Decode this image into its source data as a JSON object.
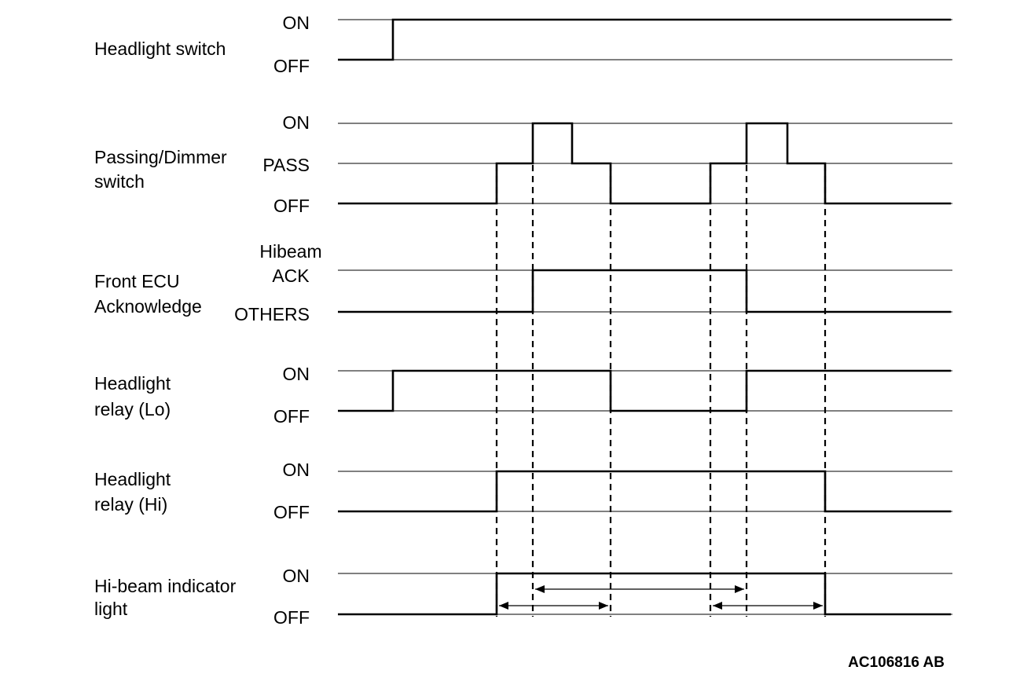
{
  "signals": [
    {
      "id": "headlight-switch",
      "label_lines": [
        "Headlight switch"
      ],
      "levels": [
        "ON",
        "OFF"
      ],
      "waveform": [
        [
          0,
          0
        ],
        [
          70,
          1
        ],
        [
          780,
          1
        ]
      ]
    },
    {
      "id": "passing-dimmer-switch",
      "label_lines": [
        "Passing/Dimmer",
        "switch"
      ],
      "levels": [
        "ON",
        "PASS",
        "OFF"
      ],
      "waveform": [
        [
          0,
          0
        ],
        [
          202,
          1
        ],
        [
          248,
          2
        ],
        [
          298,
          1
        ],
        [
          347,
          0
        ],
        [
          474,
          1
        ],
        [
          520,
          2
        ],
        [
          572,
          1
        ],
        [
          620,
          0
        ],
        [
          780,
          0
        ]
      ]
    },
    {
      "id": "front-ecu-acknowledge",
      "label_lines": [
        "Front ECU",
        "Acknowledge"
      ],
      "levels": [
        "Hibeam ACK",
        "OTHERS"
      ],
      "waveform": [
        [
          0,
          0
        ],
        [
          248,
          1
        ],
        [
          520,
          0
        ],
        [
          780,
          0
        ]
      ]
    },
    {
      "id": "headlight-relay-lo",
      "label_lines": [
        "Headlight",
        "relay (Lo)"
      ],
      "levels": [
        "ON",
        "OFF"
      ],
      "waveform": [
        [
          0,
          0
        ],
        [
          70,
          1
        ],
        [
          347,
          0
        ],
        [
          520,
          1
        ],
        [
          780,
          1
        ]
      ]
    },
    {
      "id": "headlight-relay-hi",
      "label_lines": [
        "Headlight",
        "relay (Hi)"
      ],
      "levels": [
        "ON",
        "OFF"
      ],
      "waveform": [
        [
          0,
          0
        ],
        [
          202,
          1
        ],
        [
          620,
          0
        ],
        [
          780,
          0
        ]
      ]
    },
    {
      "id": "hi-beam-indicator-light",
      "label_lines": [
        "Hi-beam indicator",
        "light"
      ],
      "levels": [
        "ON",
        "OFF"
      ],
      "waveform": [
        [
          0,
          0
        ],
        [
          202,
          1
        ],
        [
          620,
          0
        ],
        [
          780,
          0
        ]
      ]
    }
  ],
  "timing_guides": [
    202,
    248,
    347,
    474,
    520,
    620
  ],
  "interval_arrows": [
    {
      "from": 248,
      "to": 520
    },
    {
      "from": 202,
      "to": 347
    },
    {
      "from": 474,
      "to": 620
    }
  ],
  "reference_code": "AC106816 AB"
}
